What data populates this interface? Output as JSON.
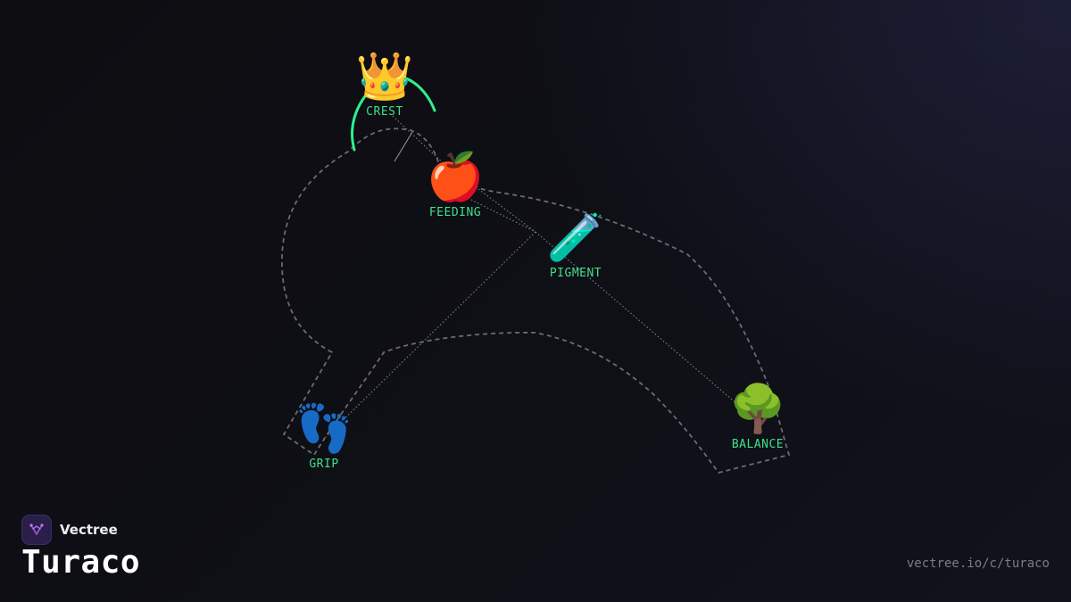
{
  "brand": {
    "name": "Vectree",
    "logo_icon": "vectree-logo-icon",
    "logo_color": "#a455e8"
  },
  "title": "Turaco",
  "url": "vectree.io/c/turaco",
  "accent_color": "#3ee08a",
  "nodes": [
    {
      "id": "crest",
      "icon": "crown-icon",
      "emoji": "👑",
      "label": "CREST",
      "highlighted": true
    },
    {
      "id": "feeding",
      "icon": "apple-icon",
      "emoji": "🍎",
      "label": "FEEDING"
    },
    {
      "id": "pigment",
      "icon": "test-tube-icon",
      "emoji": "🧪",
      "label": "PIGMENT"
    },
    {
      "id": "grip",
      "icon": "footprints-icon",
      "emoji": "👣",
      "label": "GRIP"
    },
    {
      "id": "balance",
      "icon": "tree-icon",
      "emoji": "🌳",
      "label": "BALANCE"
    }
  ]
}
